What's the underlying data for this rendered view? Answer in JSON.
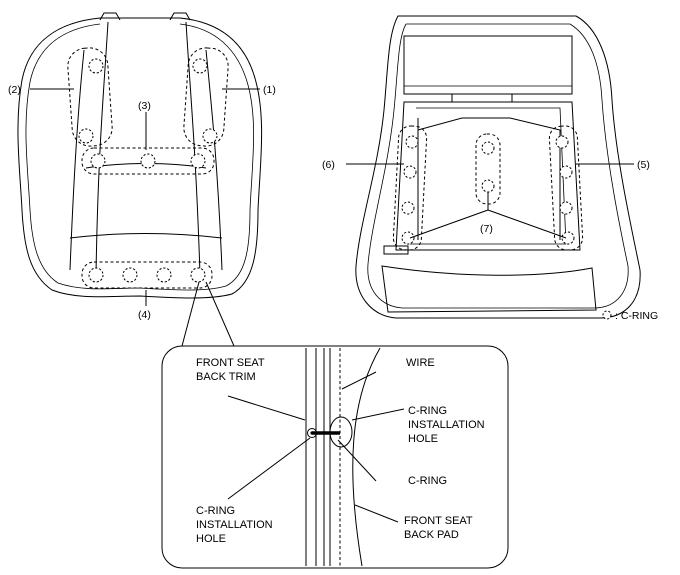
{
  "callouts": {
    "c1": "(1)",
    "c2": "(2)",
    "c3": "(3)",
    "c4": "(4)",
    "c5": "(5)",
    "c6": "(6)",
    "c7": "(7)"
  },
  "legend": {
    "text": ": C-RING"
  },
  "detail": {
    "front_seat_back_trim_line1": "FRONT SEAT",
    "front_seat_back_trim_line2": "BACK TRIM",
    "wire": "WIRE",
    "cring_hole_right_line1": "C-RING",
    "cring_hole_right_line2": "INSTALLATION",
    "cring_hole_right_line3": "HOLE",
    "cring": "C-RING",
    "cring_hole_left_line1": "C-RING",
    "cring_hole_left_line2": "INSTALLATION",
    "cring_hole_left_line3": "HOLE",
    "front_seat_back_pad_line1": "FRONT SEAT",
    "front_seat_back_pad_line2": "BACK PAD"
  }
}
